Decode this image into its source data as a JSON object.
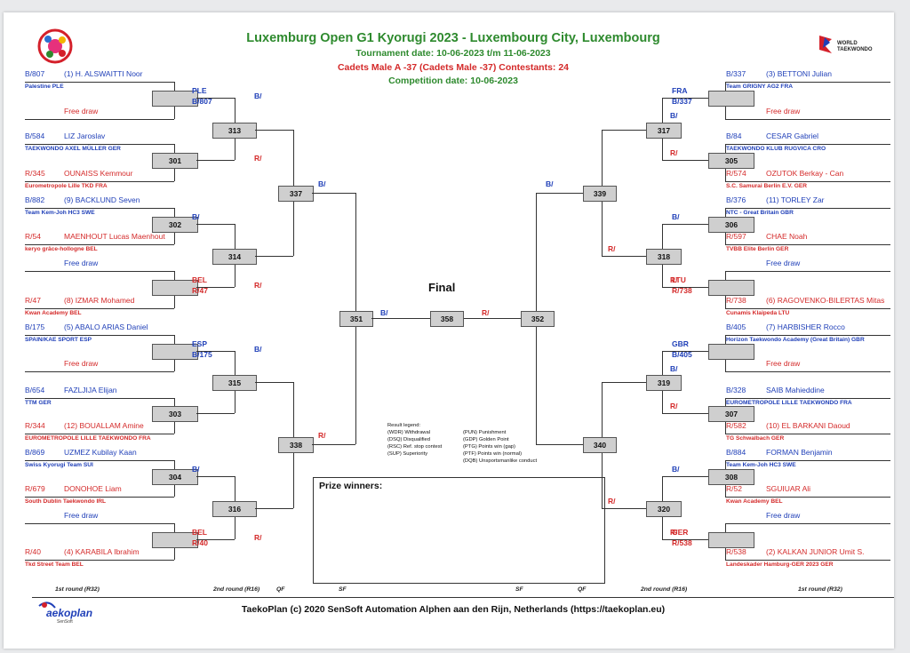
{
  "header": {
    "title": "Luxemburg Open G1 Kyorugi 2023 - Luxembourg City, Luxembourg",
    "tournament_date": "Tournament date:    10-06-2023 t/m 11-06-2023",
    "category": "Cadets Male A -37 (Cadets Male -37)      Contestants: 24",
    "competition_date": "Competition date: 10-06-2023",
    "final_label": "Final",
    "prize_label": "Prize winners:",
    "wt_logo_text": "WORLD\nTAEKWONDO"
  },
  "left_entries": [
    {
      "code": "B/807",
      "name": "(1) H. ALSWAITTI Noor",
      "club": "Palestine PLE",
      "color": "blue"
    },
    {
      "code": "",
      "name": "Free draw",
      "club": "",
      "color": "red"
    },
    {
      "code": "B/584",
      "name": "LIZ Jaroslav",
      "club": "TAEKWONDO AXEL MÜLLER GER",
      "color": "blue"
    },
    {
      "code": "R/345",
      "name": "OUNAISS Kemmour",
      "club": "Eurometropole Lille TKD FRA",
      "color": "red"
    },
    {
      "code": "B/882",
      "name": "(9) BACKLUND Seven",
      "club": "Team Kem-Joh HC3 SWE",
      "color": "blue"
    },
    {
      "code": "R/54",
      "name": "MAENHOUT Lucas Maenhout",
      "club": "keryo grâce-hollogne BEL",
      "color": "red"
    },
    {
      "code": "",
      "name": "Free draw",
      "club": "",
      "color": "blue"
    },
    {
      "code": "R/47",
      "name": "(8) IZMAR Mohamed",
      "club": "Kwan Academy BEL",
      "color": "red"
    },
    {
      "code": "B/175",
      "name": "(5) ABALO ARIAS Daniel",
      "club": "SPAIN/KAE SPORT ESP",
      "color": "blue"
    },
    {
      "code": "",
      "name": "Free draw",
      "club": "",
      "color": "red"
    },
    {
      "code": "B/654",
      "name": "FAZLJIJA Elijan",
      "club": "TTM GER",
      "color": "blue"
    },
    {
      "code": "R/344",
      "name": "(12) BOUALLAM Amine",
      "club": "EUROMETROPOLE LILLE TAEKWONDO FRA",
      "color": "red"
    },
    {
      "code": "B/869",
      "name": "UZMEZ Kubilay Kaan",
      "club": "Swiss Kyorugi Team SUI",
      "color": "blue"
    },
    {
      "code": "R/679",
      "name": "DONOHOE Liam",
      "club": "South Dublin Taekwondo IRL",
      "color": "red"
    },
    {
      "code": "",
      "name": "Free draw",
      "club": "",
      "color": "blue"
    },
    {
      "code": "R/40",
      "name": "(4) KARABILA Ibrahim",
      "club": "Tkd Street Team BEL",
      "color": "red"
    }
  ],
  "right_entries": [
    {
      "code": "B/337",
      "name": "(3) BETTONI Julian",
      "club": "Team GRIGNY AG2 FRA",
      "color": "blue"
    },
    {
      "code": "",
      "name": "Free draw",
      "club": "",
      "color": "red"
    },
    {
      "code": "B/84",
      "name": "CESAR Gabriel",
      "club": "TAEKWONDO KLUB RUGVICA CRO",
      "color": "blue"
    },
    {
      "code": "R/574",
      "name": "OZUTOK Berkay - Can",
      "club": "S.C. Samurai Berlin E.V. GER",
      "color": "red"
    },
    {
      "code": "B/376",
      "name": "(11) TORLEY Zar",
      "club": "NTC - Great Britain GBR",
      "color": "blue"
    },
    {
      "code": "R/597",
      "name": "CHAE Noah",
      "club": "TVBB Elite Berlin GER",
      "color": "red"
    },
    {
      "code": "",
      "name": "Free draw",
      "club": "",
      "color": "blue"
    },
    {
      "code": "R/738",
      "name": "(6) RAGOVENKO-BILERTAS Mitas",
      "club": "Cunamis Klaipeda LTU",
      "color": "red"
    },
    {
      "code": "B/405",
      "name": "(7) HARBISHER Rocco",
      "club": "Horizon Taekwondo Academy (Great Britain) GBR",
      "color": "blue"
    },
    {
      "code": "",
      "name": "Free draw",
      "club": "",
      "color": "red"
    },
    {
      "code": "B/328",
      "name": "SAIB Mahieddine",
      "club": "EUROMETROPOLE LILLE TAEKWONDO FRA",
      "color": "blue"
    },
    {
      "code": "R/582",
      "name": "(10) EL BARKANI Daoud",
      "club": "TG Schwalbach GER",
      "color": "red"
    },
    {
      "code": "B/884",
      "name": "FORMAN Benjamin",
      "club": "Team Kem-Joh HC3 SWE",
      "color": "blue"
    },
    {
      "code": "R/52",
      "name": "SGUIUAR Ali",
      "club": "Kwan Academy BEL",
      "color": "red"
    },
    {
      "code": "",
      "name": "Free draw",
      "club": "",
      "color": "blue"
    },
    {
      "code": "R/538",
      "name": "(2) KALKAN JUNIOR Umit S.",
      "club": "Landeskader Hamburg-GER 2023 GER",
      "color": "red"
    }
  ],
  "left_r1": [
    {
      "match": "",
      "top": "PLE",
      "bottom": "B/807"
    },
    {
      "match": "301",
      "top": "",
      "bottom": ""
    },
    {
      "match": "302",
      "top": "B/",
      "bottom": ""
    },
    {
      "match": "",
      "top": "BEL",
      "bottom": "R/47"
    },
    {
      "match": "",
      "top": "ESP",
      "bottom": "B/175"
    },
    {
      "match": "303",
      "top": "",
      "bottom": ""
    },
    {
      "match": "304",
      "top": "B/",
      "bottom": ""
    },
    {
      "match": "",
      "top": "BEL",
      "bottom": "R/40"
    }
  ],
  "right_r1": [
    {
      "match": "",
      "top": "FRA",
      "bottom": "B/337"
    },
    {
      "match": "305",
      "top": "",
      "bottom": ""
    },
    {
      "match": "306",
      "top": "B/",
      "bottom": ""
    },
    {
      "match": "",
      "top": "LTU",
      "bottom": "R/738"
    },
    {
      "match": "",
      "top": "GBR",
      "bottom": "B/405"
    },
    {
      "match": "307",
      "top": "",
      "bottom": ""
    },
    {
      "match": "308",
      "top": "B/",
      "bottom": ""
    },
    {
      "match": "",
      "top": "GER",
      "bottom": "R/538"
    }
  ],
  "left_r2": [
    {
      "match": "313",
      "top": "B/",
      "bottom": "R/"
    },
    {
      "match": "314",
      "top": "",
      "bottom": "R/"
    },
    {
      "match": "315",
      "top": "B/",
      "bottom": ""
    },
    {
      "match": "316",
      "top": "",
      "bottom": "R/"
    }
  ],
  "right_r2": [
    {
      "match": "317",
      "top": "B/",
      "bottom": "R/"
    },
    {
      "match": "318",
      "top": "",
      "bottom": "R/"
    },
    {
      "match": "319",
      "top": "B/",
      "bottom": "R/"
    },
    {
      "match": "320",
      "top": "",
      "bottom": "R/"
    }
  ],
  "left_qf": [
    {
      "match": "337",
      "top": "B/",
      "bottom": ""
    },
    {
      "match": "338",
      "top": "",
      "bottom": "R/"
    }
  ],
  "right_qf": [
    {
      "match": "339",
      "top": "B/",
      "bottom": "R/"
    },
    {
      "match": "340",
      "top": "",
      "bottom": "R/"
    }
  ],
  "left_sf": {
    "match": "351",
    "top": "B/",
    "bottom": ""
  },
  "right_sf": {
    "match": "352",
    "top": "R/",
    "bottom": ""
  },
  "final": {
    "match": "358",
    "top": "B/",
    "bottom": "R/"
  },
  "legend_left": [
    "Result legend:",
    "(WDR) Withdrawal",
    "(DSQ) Disqualified",
    "(RSC) Ref. stop contest",
    "(SUP) Superiority"
  ],
  "legend_right": [
    "(PUN) Punishment",
    "(GDP) Golden Point",
    "(PTG) Points win (gap)",
    "(PTF) Points win (normal)",
    "(DQB) Unsportsmanlike conduct"
  ],
  "rounds": {
    "left": [
      "1st round (R32)",
      "2nd round (R16)",
      "QF",
      "SF"
    ],
    "right": [
      "SF",
      "QF",
      "2nd round (R16)",
      "1st round (R32)"
    ]
  },
  "footer": {
    "credit": "TaekoPlan (c) 2020 SenSoft Automation Alphen aan den Rijn, Netherlands (https://taekoplan.eu)",
    "logo_text": "aekoplan",
    "logo_sub": "SenSoft"
  }
}
